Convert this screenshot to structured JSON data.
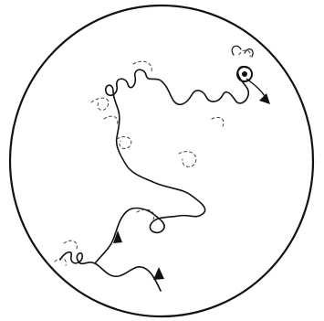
{
  "image": {
    "subject": "microscope-field",
    "colors": {
      "background": "#ffffff",
      "ink": "#111111",
      "faint": "#444444"
    },
    "path_count": 1,
    "arrow_count": 3,
    "circle_marker_count": 1
  }
}
